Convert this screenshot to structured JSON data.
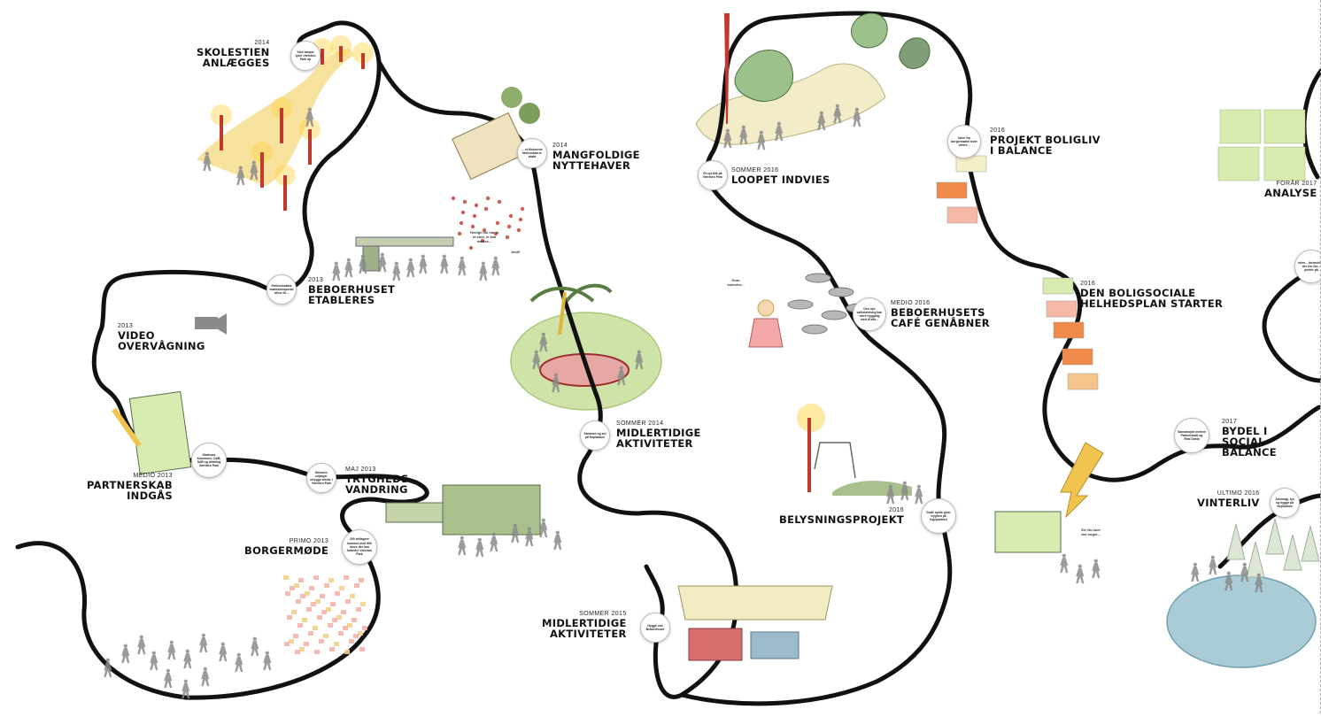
{
  "events": [
    {
      "key": "skolestien",
      "year": "2014",
      "title": [
        "SKOLESTIEN",
        "ANLÆGGES"
      ]
    },
    {
      "key": "mangfoldige",
      "year": "2014",
      "title": [
        "MANGFOLDIGE",
        "NYTTEHAVER"
      ]
    },
    {
      "key": "beboerhuset",
      "year": "2013",
      "title": [
        "BEBOERHUSET",
        "ETABLERES"
      ]
    },
    {
      "key": "video",
      "year": "2013",
      "title": [
        "VIDEO",
        "OVERVÅGNING"
      ]
    },
    {
      "key": "partnerskab",
      "year": "MEDIO 2013",
      "title": [
        "PARTNERSKAB",
        "INDGÅS"
      ]
    },
    {
      "key": "trygheds",
      "year": "MAJ 2013",
      "title": [
        "TRYGHEDS",
        "VANDRING"
      ]
    },
    {
      "key": "borgermode",
      "year": "PRIMO 2013",
      "title": [
        "BORGERMØDE"
      ]
    },
    {
      "key": "midl2014",
      "year": "SOMMER 2014",
      "title": [
        "MIDLERTIDIGE",
        "AKTIVITETER"
      ]
    },
    {
      "key": "midl2015",
      "year": "SOMMER 2015",
      "title": [
        "MIDLERTIDIGE",
        "AKTIVITETER"
      ]
    },
    {
      "key": "loopet",
      "year": "SOMMER 2016",
      "title": [
        "LOOPET INDVIES"
      ]
    },
    {
      "key": "cafe",
      "year": "MEDIO 2016",
      "title": [
        "BEBOERHUSETS",
        "CAFÉ GENÅBNER"
      ]
    },
    {
      "key": "belysning",
      "year": "2016",
      "title": [
        "BELYSNINGSPROJEKT"
      ]
    },
    {
      "key": "boligliv",
      "year": "2016",
      "title": [
        "PROJEKT BOLIGLIV",
        "I BALANCE"
      ]
    },
    {
      "key": "helhedsplan",
      "year": "2016",
      "title": [
        "DEN BOLIGSOCIALE",
        "HELHEDSPLAN STARTER"
      ]
    },
    {
      "key": "bydel",
      "year": "2017",
      "title": [
        "BYDEL I",
        "SOCIAL BALANCE"
      ]
    },
    {
      "key": "vinterliv",
      "year": "ULTIMO 2016",
      "title": [
        "VINTERLIV"
      ]
    },
    {
      "key": "analyse",
      "year": "FORÅR 2017",
      "title": [
        "ANALYSE"
      ]
    }
  ],
  "bubbles": {
    "skolestien": "Ydre lamper lyser Værebro Park op",
    "mangfoldige": "... et tilskrevne fællesskab er skabt",
    "beboerhuset": "Fællesskabets mødestedspunkt bliver til...",
    "partnerskab": "Gladsaxe Kommune, DAB, SAB og Afdeling Værebro Park",
    "trygheds": "Beboere udpeger utrygge steder i Værebro Park",
    "borgermode": "200 deltagere kommer med 600 ideer, der kan forbedre Værebro Park",
    "midl2014": "Sammen og sol på forpladsen",
    "midl2015": "Hygge ved Beboerhuset",
    "loopet": "Et nyt blik på Værebro Park",
    "cafe": "Den nye caféstemning kan være hyggelig med til alle...",
    "belysning": "Gode spots giver tryghed på legepladsen",
    "boligliv": "Idéer fra borgermødet lever videre...",
    "bydel": "Samarbejde mellem Partnerskab og Real Dania",
    "vinterliv": "Julemagi, lys og hygge på forpladsen",
    "analyse": "Inten... forbedrin... der hur ibe... perkhr på"
  },
  "notes": {
    "hooks": "Herligt! Nu har vi et sted, vi kan mødes...",
    "jubii": "Jubii!",
    "kom": "Kom indenfor...",
    "se": "Se! Nu sker der noget..."
  },
  "colors": {
    "path": "#111111",
    "accent": "#c0392b",
    "lawn": "#cfe3a8",
    "lawn_edge": "#a9c97c",
    "ice": "#a9ccd6",
    "sticky": "#d8ebb0",
    "sticky_orange": "#f08a4b",
    "figure": "#8a8a8a"
  }
}
